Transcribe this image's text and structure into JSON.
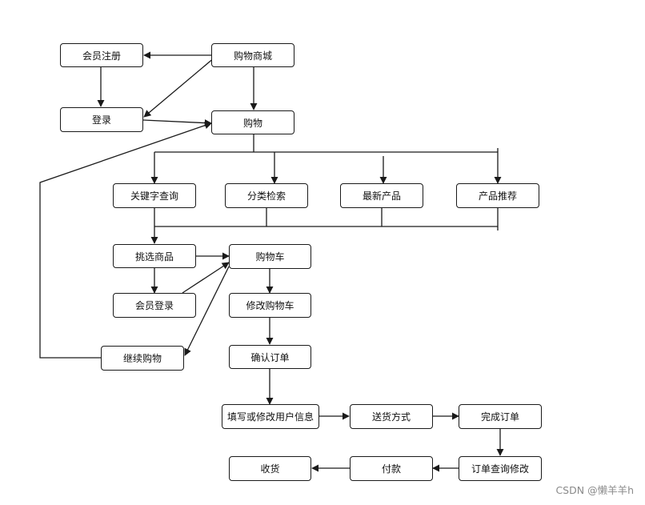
{
  "nodes": {
    "member_register": "会员注册",
    "mall": "购物商城",
    "login": "登录",
    "shopping": "购物",
    "keyword_search": "关键字查询",
    "category_search": "分类检索",
    "new_products": "最新产品",
    "recommended": "产品推荐",
    "pick_goods": "挑选商品",
    "cart": "购物车",
    "member_login": "会员登录",
    "modify_cart": "修改购物车",
    "continue_shopping": "继续购物",
    "confirm_order": "确认订单",
    "fill_user_info": "填写或修改用户信息",
    "delivery_method": "送货方式",
    "complete_order": "完成订单",
    "order_query": "订单查询修改",
    "payment": "付款",
    "receive": "收货"
  },
  "watermark": "CSDN @懒羊羊h",
  "colors": {
    "line": "#1a1a1a",
    "border": "#1a1a1a",
    "text": "#111111",
    "watermark": "#8a8a8a"
  }
}
